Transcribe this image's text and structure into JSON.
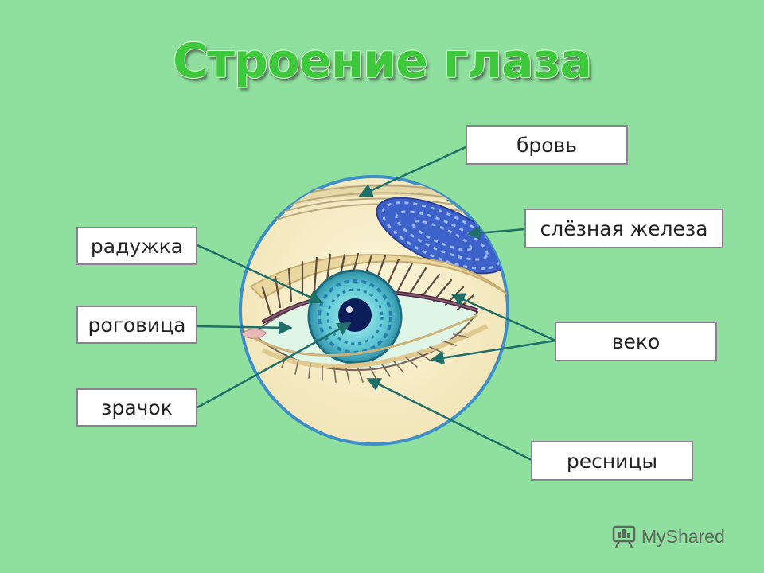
{
  "title": "Строение глаза",
  "labels": {
    "brow": "бровь",
    "lacrimal_gland": "слёзная железа",
    "iris": "радужка",
    "cornea": "роговица",
    "pupil": "зрачок",
    "eyelid": "веко",
    "eyelashes": "ресницы"
  },
  "watermark": "MyShared",
  "colors": {
    "background": "#8fdf9e",
    "title": "#3ec93c",
    "pointer": "#1f6f6a",
    "iris": "#41b6c4",
    "gland": "#3d62c9"
  }
}
